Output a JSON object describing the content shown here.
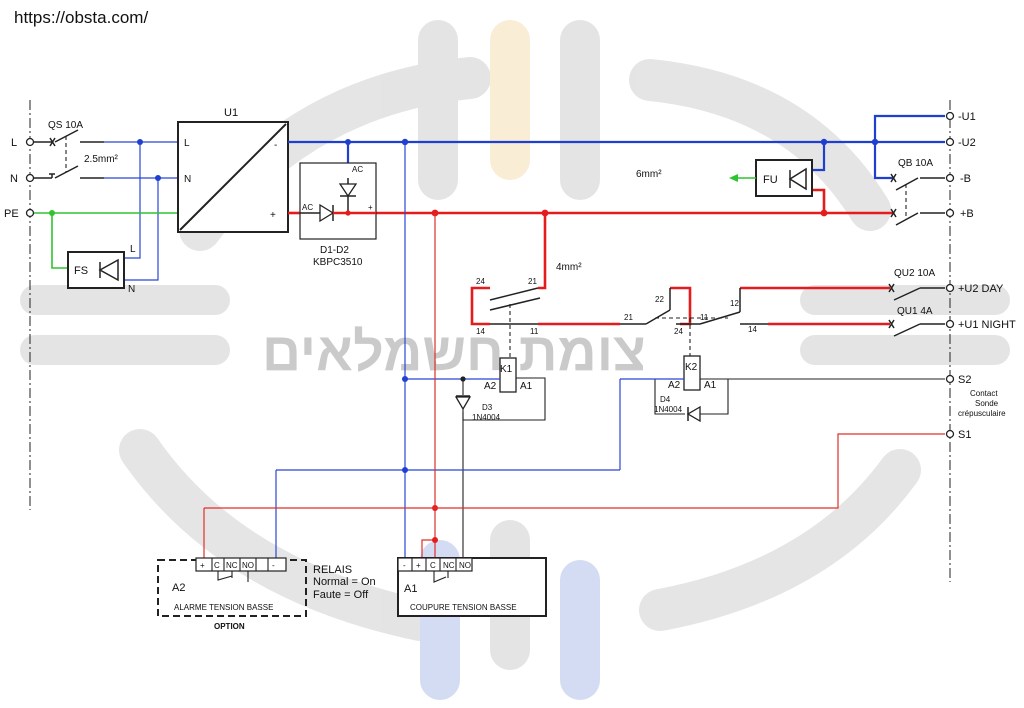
{
  "header": {
    "url": "https://obsta.com/"
  },
  "watermark": {
    "text": "צומת חשמלאים"
  },
  "colors": {
    "positive": "#e41c1c",
    "negative": "#1f3fd0",
    "earth": "#2ec42e",
    "wire": "#222222"
  },
  "left_terminals": {
    "l": "L",
    "n": "N",
    "pe": "PE"
  },
  "breaker_qs": {
    "label": "QS 10A",
    "section": "2.5mm²"
  },
  "fs": {
    "label": "FS",
    "l": "L",
    "n": "N"
  },
  "u1": {
    "label": "U1",
    "l": "L",
    "n": "N",
    "minus": "-",
    "plus": "+"
  },
  "bridge": {
    "ac1": "AC",
    "ac2": "AC",
    "plus": "+",
    "name": "D1-D2",
    "ref": "KBPC3510"
  },
  "cables": {
    "main": "6mm²",
    "branch": "4mm²"
  },
  "fuse": {
    "label": "FU"
  },
  "right_terminals": {
    "u1": "-U1",
    "u2": "-U2",
    "b_minus": "-B",
    "b_plus": "+B",
    "day": "+U2 DAY",
    "night": "+U1 NIGHT",
    "s2": "S2",
    "s1": "S1"
  },
  "qb": {
    "label": "QB 10A"
  },
  "qu2": {
    "label": "QU2 10A"
  },
  "qu1": {
    "label": "QU1 4A"
  },
  "sensor_note": [
    "Contact",
    "Sonde",
    "crépusculaire"
  ],
  "relay_k1": {
    "label": "K1",
    "a1": "A1",
    "a2": "A2",
    "c24": "24",
    "c21": "21",
    "c14": "14",
    "c11": "11"
  },
  "relay_k2": {
    "label": "K2",
    "a1": "A1",
    "a2": "A2",
    "c22": "22",
    "c21": "21",
    "c24": "24",
    "c11": "11",
    "c12": "12",
    "c14": "14"
  },
  "diode_d3": {
    "name": "D3",
    "ref": "1N4004"
  },
  "diode_d4": {
    "name": "D4",
    "ref": "1N4004"
  },
  "module_a2": {
    "name": "A2",
    "title": "ALARME TENSION BASSE",
    "option": "OPTION",
    "pins": [
      "+",
      "C",
      "NC",
      "NO",
      "-"
    ]
  },
  "module_a1": {
    "name": "A1",
    "title": "COUPURE TENSION BASSE",
    "pins": [
      "-",
      "+",
      "C",
      "NC",
      "NO"
    ]
  },
  "relay_note": {
    "title": "RELAIS",
    "normal": "Normal = On",
    "fault": "Faute = Off"
  }
}
